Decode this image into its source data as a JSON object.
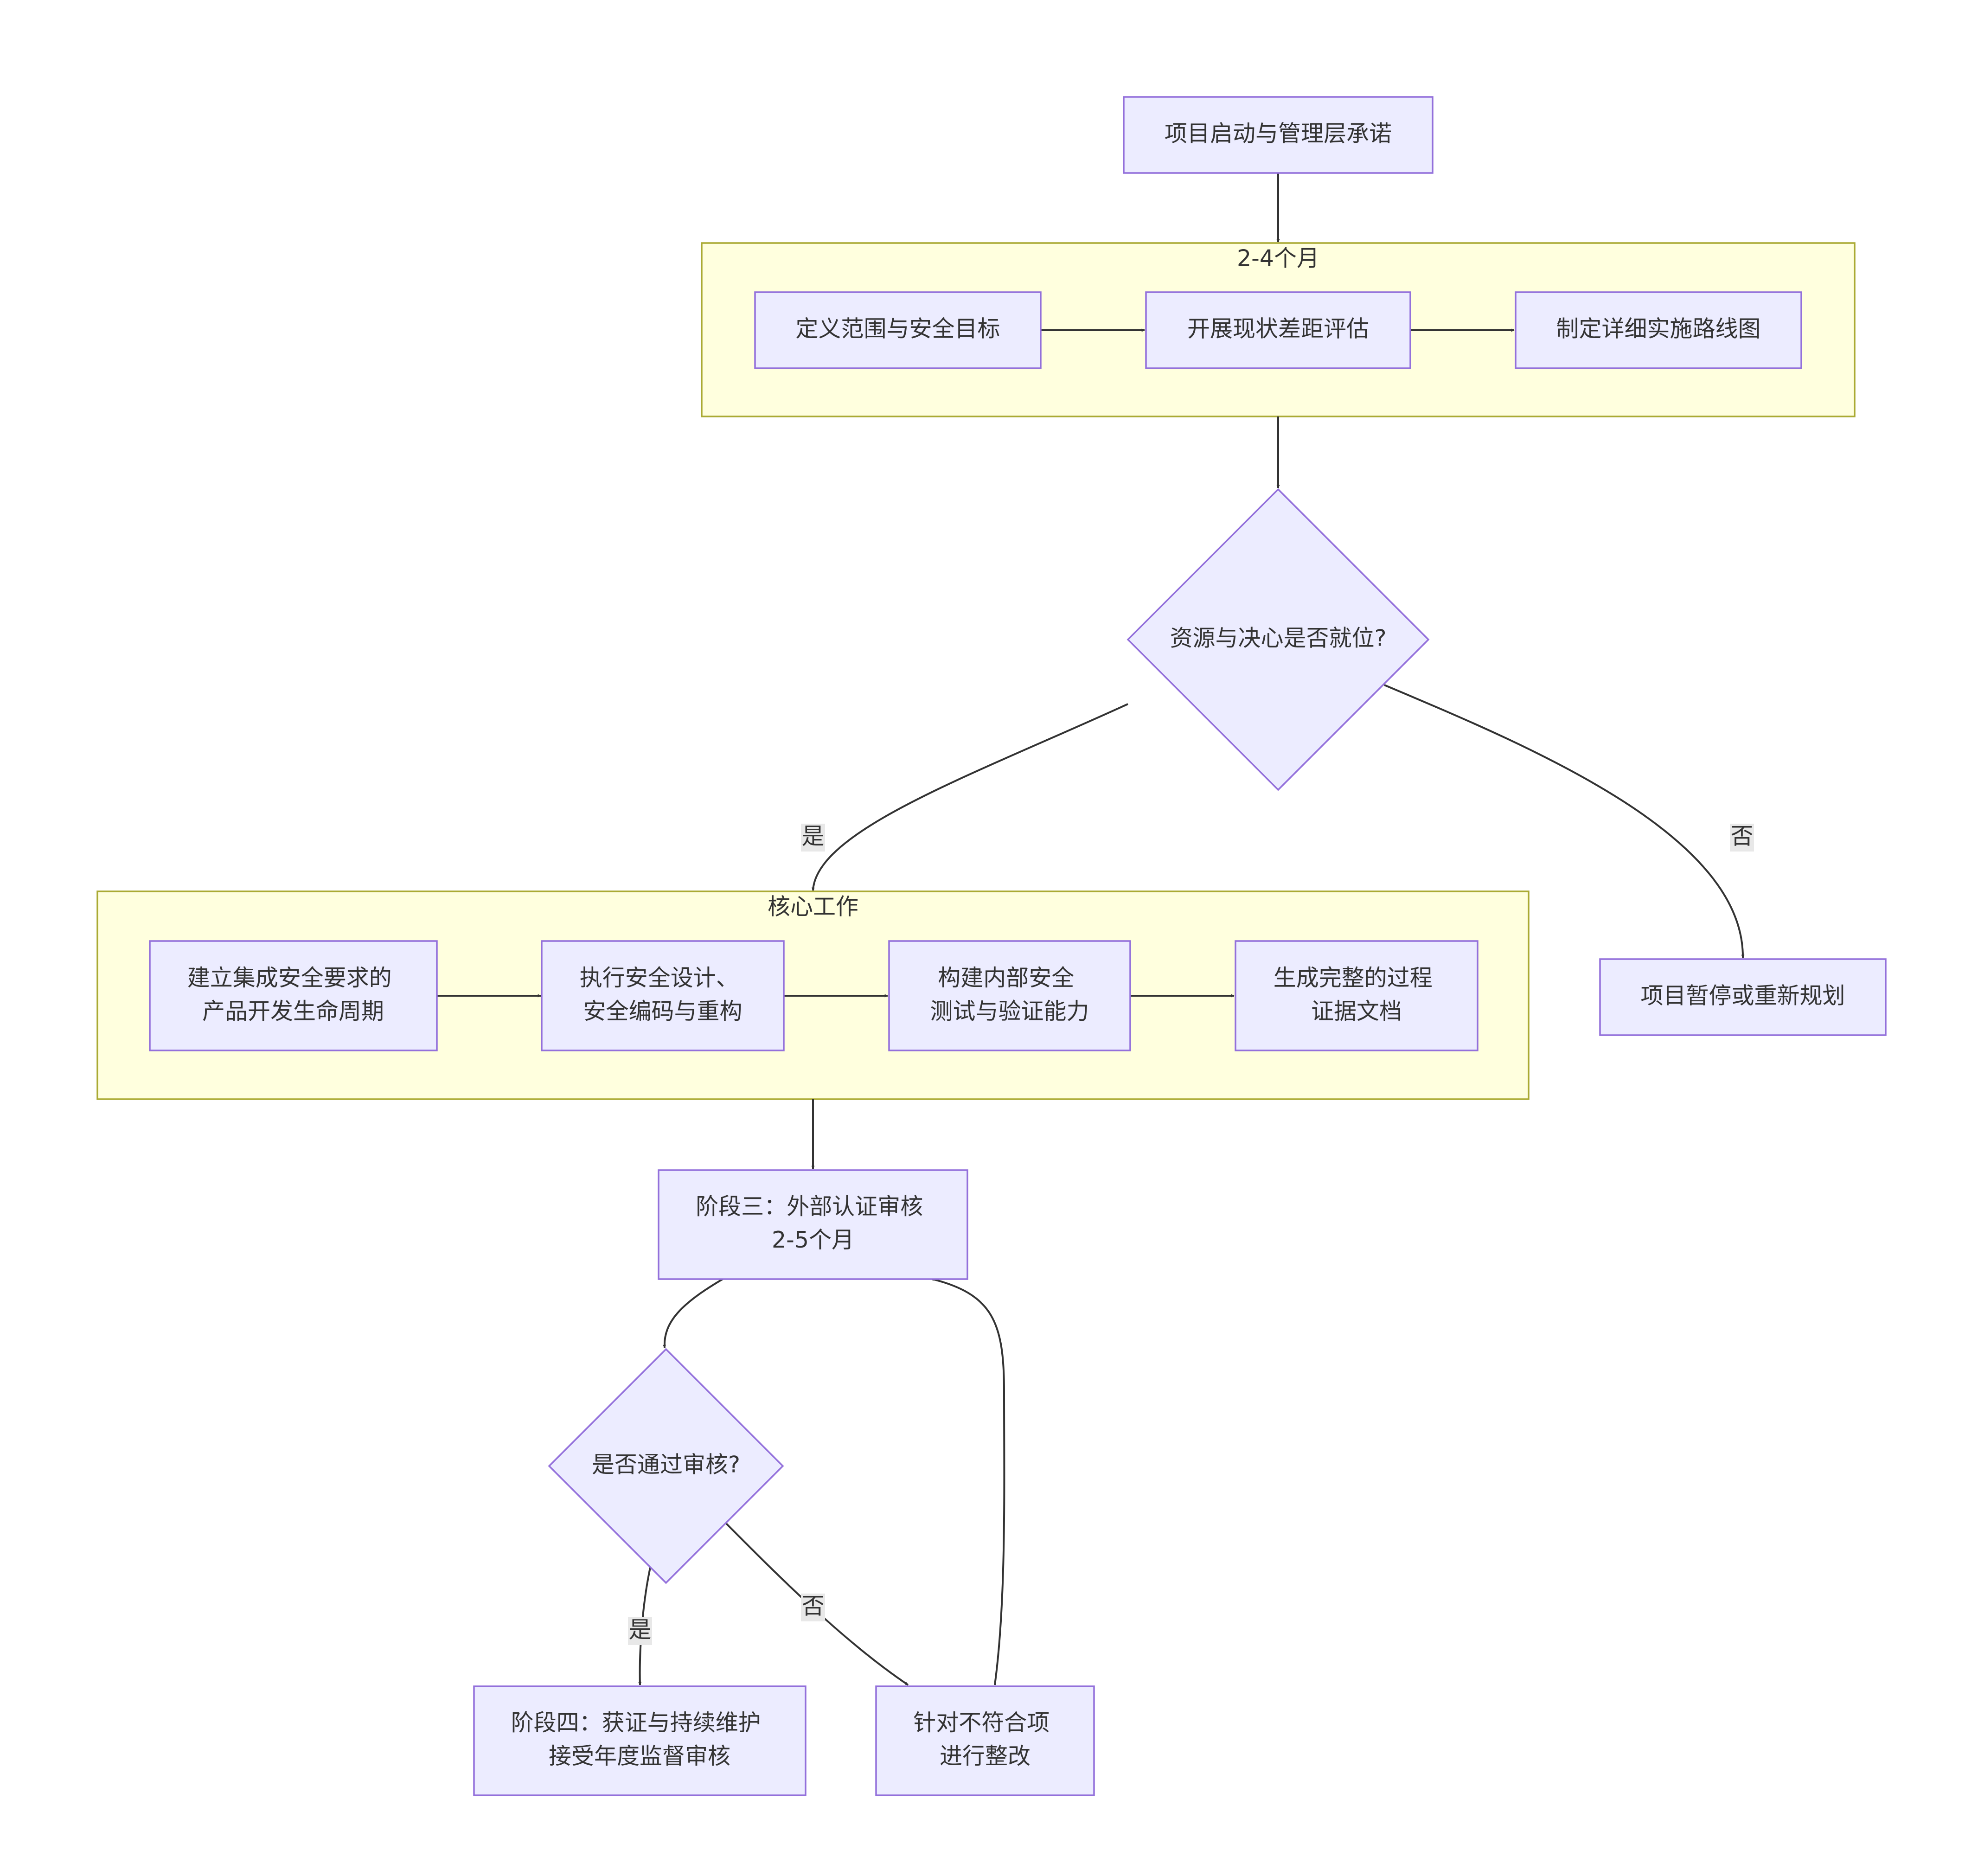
{
  "clusters": {
    "phase1": {
      "title": "2-4个月"
    },
    "core": {
      "title": "核心工作"
    }
  },
  "nodes": {
    "start": "项目启动与管理层承诺",
    "define_scope": "定义范围与安全目标",
    "gap_assessment": "开展现状差距评估",
    "roadmap": "制定详细实施路线图",
    "decision_resources": "资源与决心是否就位?",
    "pause": "项目暂停或重新规划",
    "sdlc": [
      "建立集成安全要求的",
      "产品开发生命周期"
    ],
    "secure_design": [
      "执行安全设计、",
      "安全编码与重构"
    ],
    "testing": [
      "构建内部安全",
      "测试与验证能力"
    ],
    "evidence": [
      "生成完整的过程",
      "证据文档"
    ],
    "audit": [
      "阶段三：外部认证审核",
      "2-5个月"
    ],
    "decision_audit": "是否通过审核?",
    "certified": [
      "阶段四：获证与持续维护",
      "接受年度监督审核"
    ],
    "rectify": [
      "针对不符合项",
      "进行整改"
    ]
  },
  "edge_labels": {
    "resources_yes": "是",
    "resources_no": "否",
    "audit_yes": "是",
    "audit_no": "否"
  },
  "colors": {
    "node_fill": "#ECECFF",
    "node_stroke": "#9370DB",
    "cluster_fill": "#FFFFDE",
    "cluster_stroke": "#AAAA33",
    "edge": "#333333",
    "text": "#333333"
  }
}
